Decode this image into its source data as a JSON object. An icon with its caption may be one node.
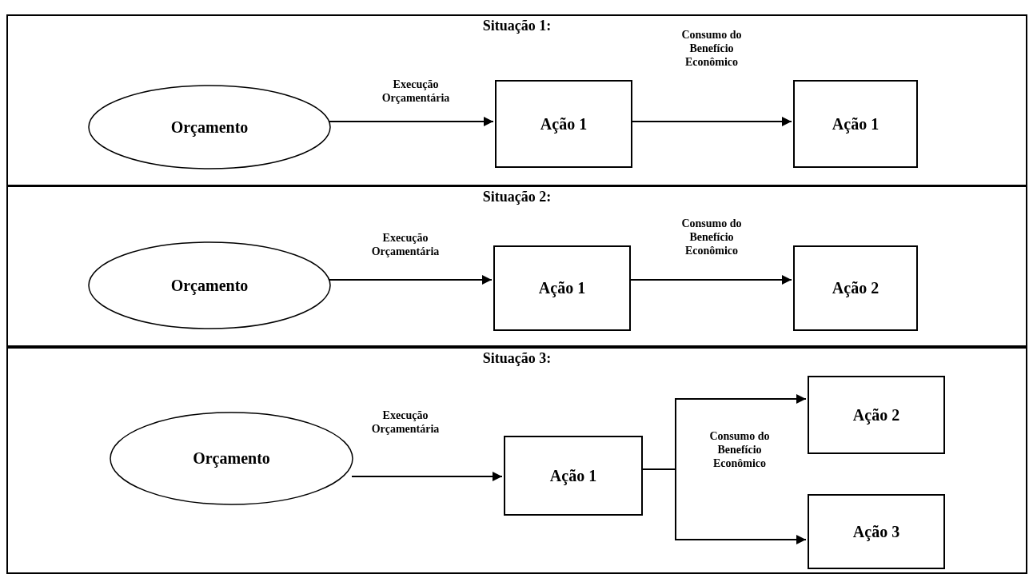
{
  "diagram": {
    "nodes": [
      {
        "text": [
          "Situação 1:"
        ]
      },
      {
        "text": [
          "Orçamento"
        ],
        "in": 0
      },
      {
        "text": [
          "Ação 1"
        ],
        "in": 0
      },
      {
        "text": [
          "Ação 1"
        ],
        "in": 0
      },
      {
        "text": [
          "Situação 2:"
        ]
      },
      {
        "text": [
          "Orçamento"
        ],
        "in": 4
      },
      {
        "text": [
          "Ação 1"
        ],
        "in": 4
      },
      {
        "text": [
          "Ação 2"
        ],
        "in": 4
      },
      {
        "text": [
          "Situação 3:"
        ]
      },
      {
        "text": [
          "Orçamento"
        ],
        "in": 8
      },
      {
        "text": [
          "Ação 1"
        ],
        "in": 8
      },
      {
        "text": [
          "Ação 2"
        ],
        "in": 8
      },
      {
        "text": [
          "Ação 3"
        ],
        "in": 8
      }
    ],
    "edges": [
      {
        "from": 1,
        "to": 2,
        "arrow": "to",
        "label": "Execução Orçamentária"
      },
      {
        "from": 2,
        "to": 3,
        "arrow": "to",
        "label": "Consumo do Benefício Econômico"
      },
      {
        "from": 5,
        "to": 6,
        "arrow": "to",
        "label": "Execução Orçamentária"
      },
      {
        "from": 6,
        "to": 7,
        "arrow": "to",
        "label": "Consumo do Benefício Econômico"
      },
      {
        "from": 9,
        "to": 10,
        "arrow": "to",
        "label": "Execução Orçamentária"
      },
      {
        "from": 10,
        "to": 11,
        "arrow": "to",
        "label": "Consumo do Benefício Econômico"
      },
      {
        "from": 10,
        "to": 12,
        "arrow": "to"
      }
    ]
  }
}
